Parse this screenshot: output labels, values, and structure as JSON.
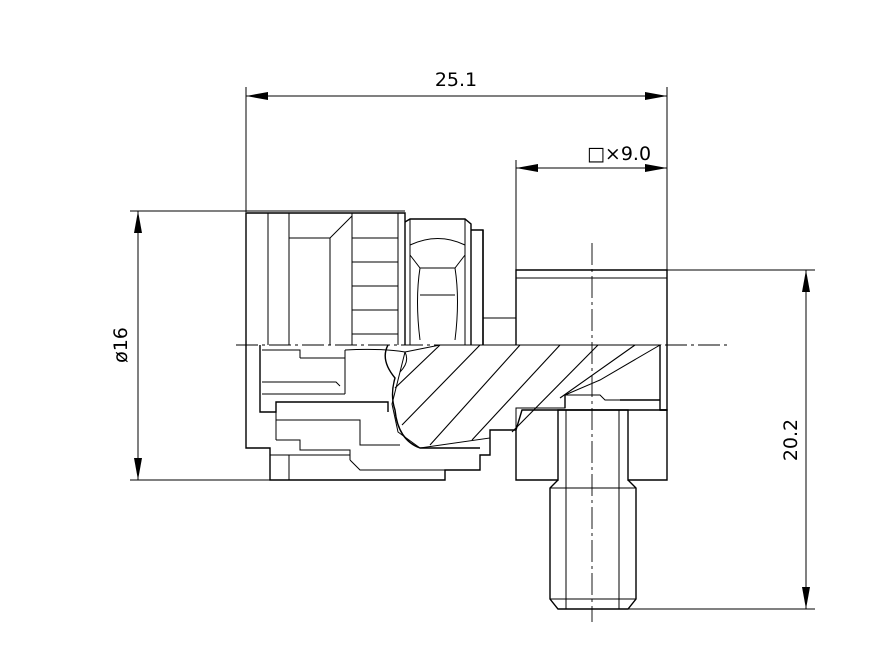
{
  "dimensions": {
    "overall_length": "25.1",
    "square_across_flats": "□×9.0",
    "diameter": "ø16",
    "height": "20.2"
  }
}
